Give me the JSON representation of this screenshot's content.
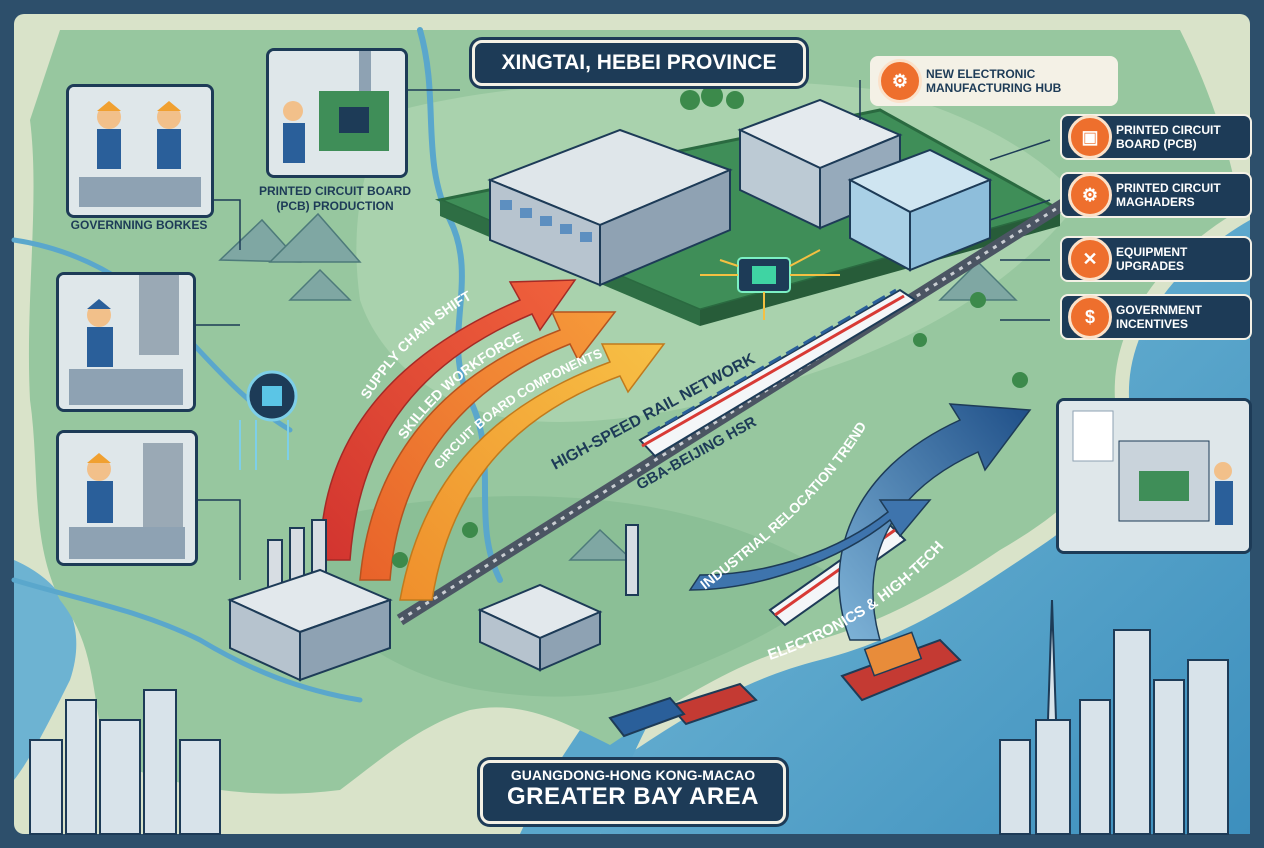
{
  "header": {
    "title": "XINGTAI, HEBEI PROVINCE"
  },
  "footer": {
    "line1": "GUANGDONG-HONG KONG-MACAO",
    "line2": "GREATER BAY AREA"
  },
  "left_panels": [
    {
      "caption": "GOVERNNING BORKES"
    },
    {
      "caption": "PRINTED CIRCUIT BOARD (PCB) PRODUCTION"
    }
  ],
  "right_tags": [
    {
      "label": "NEW ELECTRONIC MANUFACTURING HUB",
      "icon": "gear-circuit-icon"
    },
    {
      "label": "PRINTED CIRCUIT BOARD (PCB)",
      "icon": "chip-icon"
    },
    {
      "label": "PRINTED CIRCUIT MAGHADERS",
      "icon": "gear-icon"
    },
    {
      "label": "EQUIPMENT UPGRADES",
      "icon": "wrench-icon"
    },
    {
      "label": "GOVERNMENT INCENTIVES",
      "icon": "hand-coin-icon"
    }
  ],
  "flows": {
    "supply_chain": "SUPPLY CHAIN SHIFT",
    "workforce": "SKILLED WORKFORCE",
    "components": "CIRCUIT BOARD COMPONENTS",
    "rail_network": "HIGH-SPEED RAIL NETWORK",
    "hsr": "GBA-BEIJING HSR",
    "relocation": "INDUSTRIAL RELOCATION TREND",
    "electronics": "ELECTRONICS & HIGH-TECH"
  },
  "colors": {
    "frame": "#2d4f6b",
    "land": "#8fc19a",
    "water": "#4fa3c7",
    "arrow_red": "#e2463a",
    "arrow_orange": "#f07a2e",
    "arrow_amber": "#f4a534",
    "arrow_blue": "#2a5f9a",
    "navy": "#1d3b57"
  }
}
